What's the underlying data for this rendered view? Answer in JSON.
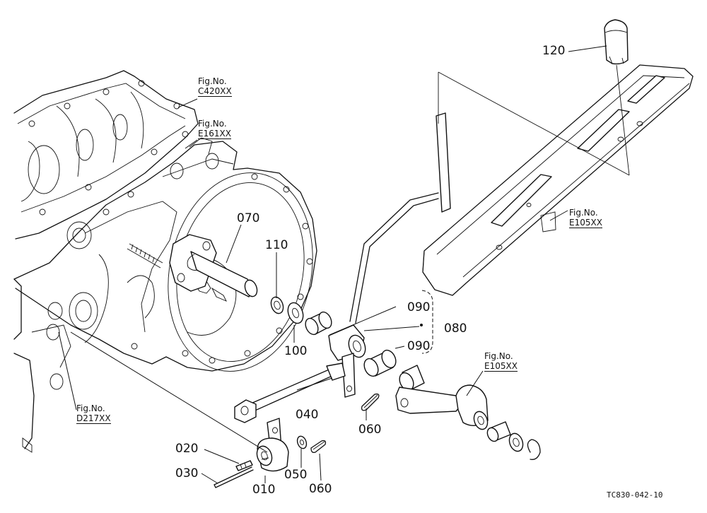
{
  "callouts": {
    "p010": "010",
    "p020": "020",
    "p030": "030",
    "p040": "040",
    "p050": "050",
    "p060a": "060",
    "p060b": "060",
    "p070": "070",
    "p080": "080",
    "p090a": "090",
    "p090b": "090",
    "p100": "100",
    "p110": "110",
    "p120": "120"
  },
  "figure_refs": {
    "c420": {
      "label": "Fig.No.",
      "code": "C420XX"
    },
    "e161": {
      "label": "Fig.No.",
      "code": "E161XX"
    },
    "e105_top": {
      "label": "Fig.No.",
      "code": "E105XX"
    },
    "e105_bottom": {
      "label": "Fig.No.",
      "code": "E105XX"
    },
    "d217": {
      "label": "Fig.No.",
      "code": "D217XX"
    }
  },
  "drawing_code": "TC830-042-10"
}
